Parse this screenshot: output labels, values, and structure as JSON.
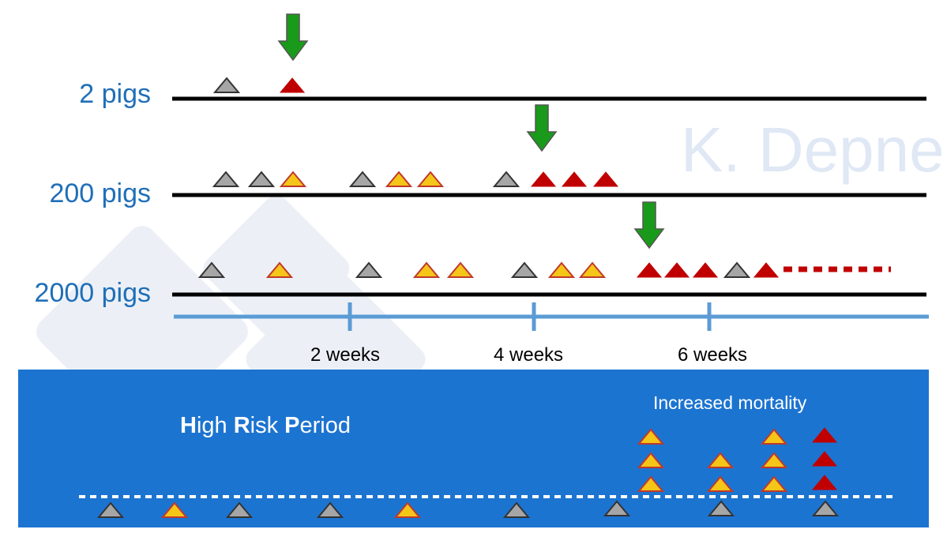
{
  "rows": [
    {
      "label": "2 pigs"
    },
    {
      "label": "200 pigs"
    },
    {
      "label": "2000 pigs"
    }
  ],
  "timeline": {
    "ticks": [
      "2 weeks",
      "4 weeks",
      "6 weeks"
    ]
  },
  "watermark": "K. Depner",
  "panel": {
    "title_parts": [
      {
        "text": "H",
        "bold": true
      },
      {
        "text": "igh ",
        "bold": false
      },
      {
        "text": "R",
        "bold": true
      },
      {
        "text": "isk ",
        "bold": false
      },
      {
        "text": "P",
        "bold": true
      },
      {
        "text": "eriod",
        "bold": false
      }
    ],
    "mortality_label": "Increased mortality"
  },
  "colors": {
    "label_blue": "#1f6fb8",
    "timeline_blue": "#5b9bd5",
    "panel_blue": "#1c74d1",
    "arrow_green": "#1a9a1a",
    "grey": "#a6a6a6",
    "yellow": "#f5c518",
    "red": "#c00000",
    "watermark_logo": "#c9d6e6"
  },
  "legend_icons": [
    "grey-triangle-icon",
    "yellow-triangle-icon",
    "red-triangle-icon",
    "green-down-arrow-icon"
  ]
}
